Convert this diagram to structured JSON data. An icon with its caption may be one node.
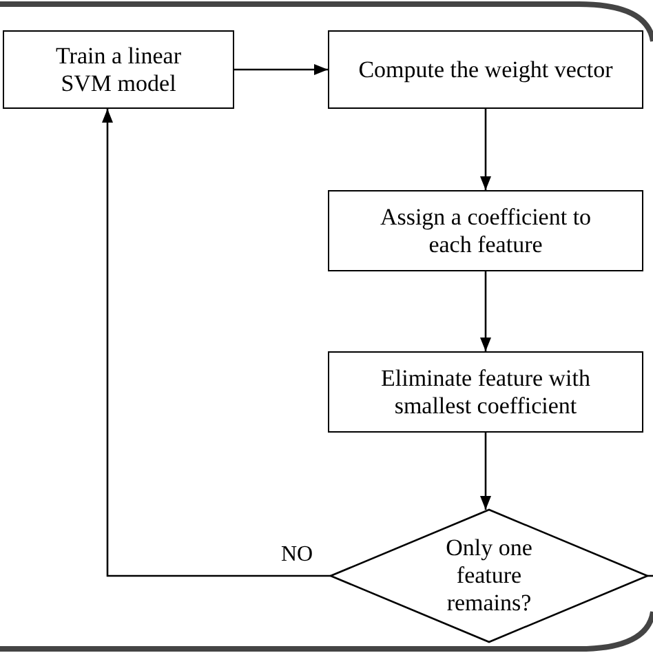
{
  "diagram": {
    "nodes": [
      {
        "text": [
          "Train a linear SVM model"
        ]
      },
      {
        "text": [
          "Compute the weight vector"
        ]
      },
      {
        "text": [
          "Assign a coefficient to each feature"
        ]
      },
      {
        "text": [
          "Eliminate feature with smallest coefficient"
        ]
      },
      {
        "text": [
          "Only one feature remains?"
        ]
      }
    ],
    "edges": [
      {
        "from": 0,
        "to": 1,
        "arrow": "to"
      },
      {
        "from": 1,
        "to": 2,
        "arrow": "to"
      },
      {
        "from": 2,
        "to": 3,
        "arrow": "to"
      },
      {
        "from": 3,
        "to": 4,
        "arrow": "to"
      },
      {
        "from": 4,
        "to": 0,
        "arrow": "to",
        "label": "NO"
      },
      {
        "from": 4,
        "to": null,
        "arrow": "none"
      }
    ]
  }
}
